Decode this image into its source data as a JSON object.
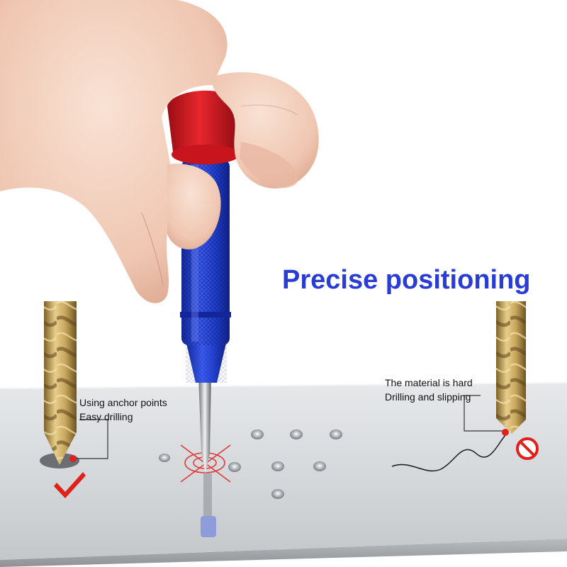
{
  "headline": "Precise positioning",
  "left_note": {
    "line1": "Using anchor points",
    "line2": "Easy drilling",
    "status_icon": "checkmark-icon"
  },
  "right_note": {
    "line1": "The material is hard",
    "line2": "Drilling and slipping",
    "status_icon": "prohibited-icon"
  },
  "colors": {
    "headline": "#2a3cd6",
    "accent_red": "#e0201b",
    "punch_blue": "#1f3fd0",
    "grip_red": "#c8141c",
    "plate": "#d7dadd",
    "drill_gold": "#c9a85e"
  }
}
